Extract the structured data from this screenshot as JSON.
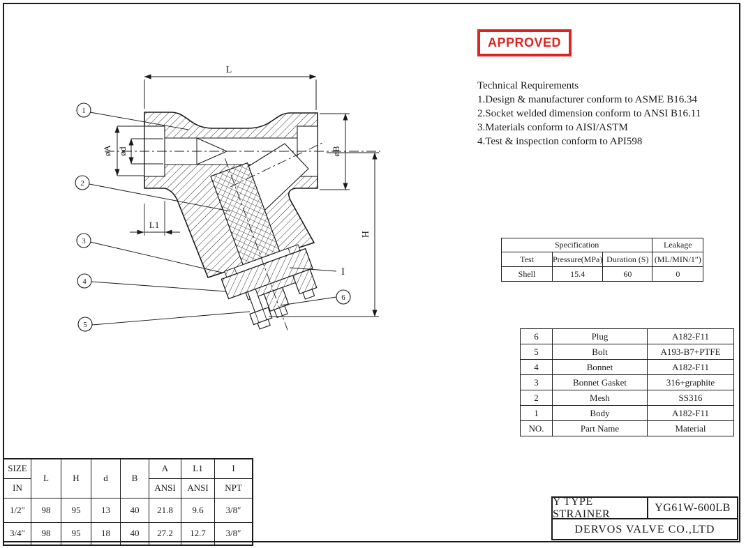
{
  "page": {
    "background": "#ffffff",
    "line_color": "#1a1a1a",
    "stamp_color": "#dd2420"
  },
  "stamp": {
    "label": "APPROVED"
  },
  "tech_requirements": {
    "title": "Technical Requirements",
    "items": [
      "1.Design & manufacturer conform to ASME B16.34",
      "2.Socket welded dimension conform to ANSI B16.11",
      "3.Materials conform to AISI/ASTM",
      "4.Test & inspection conform to API598"
    ]
  },
  "spec_table": {
    "title": "Specification",
    "leakage_header": "Leakage",
    "columns": [
      "Test",
      "Pressure(MPa)",
      "Duration (S)",
      "(ML/MIN/1″)"
    ],
    "rows": [
      [
        "Shell",
        "15.4",
        "60",
        "0"
      ]
    ]
  },
  "parts_table": {
    "rows": [
      [
        "6",
        "Plug",
        "A182-F11"
      ],
      [
        "5",
        "Bolt",
        "A193-B7+PTFE"
      ],
      [
        "4",
        "Bonnet",
        "A182-F11"
      ],
      [
        "3",
        "Bonnet Gasket",
        "316+graphite"
      ],
      [
        "2",
        "Mesh",
        "SS316"
      ],
      [
        "1",
        "Body",
        "A182-F11"
      ],
      [
        "NO.",
        "Part Name",
        "Material"
      ]
    ]
  },
  "dim_table": {
    "corner_top": "SIZE",
    "corner_bottom": "IN",
    "span_cols": [
      "L",
      "H",
      "d",
      "B"
    ],
    "sub_cols": [
      [
        "A",
        "ANSI"
      ],
      [
        "L1",
        "ANSI"
      ],
      [
        "I",
        "NPT"
      ]
    ],
    "rows": [
      [
        "1/2″",
        "98",
        "95",
        "13",
        "40",
        "21.8",
        "9.6",
        "3/8″"
      ],
      [
        "3/4″",
        "98",
        "95",
        "18",
        "40",
        "27.2",
        "12.7",
        "3/8″"
      ]
    ]
  },
  "title_block": {
    "product": "Y TYPE STRAINER",
    "model": "YG61W-600LB",
    "company": "DERVOS VALVE CO.,LTD"
  },
  "drawing": {
    "dims": {
      "L": "L",
      "L1": "L1",
      "H": "H",
      "I": "I",
      "A": "øA",
      "d": "ød",
      "B": "øB"
    },
    "callouts": [
      "1",
      "2",
      "3",
      "4",
      "5",
      "6"
    ]
  }
}
